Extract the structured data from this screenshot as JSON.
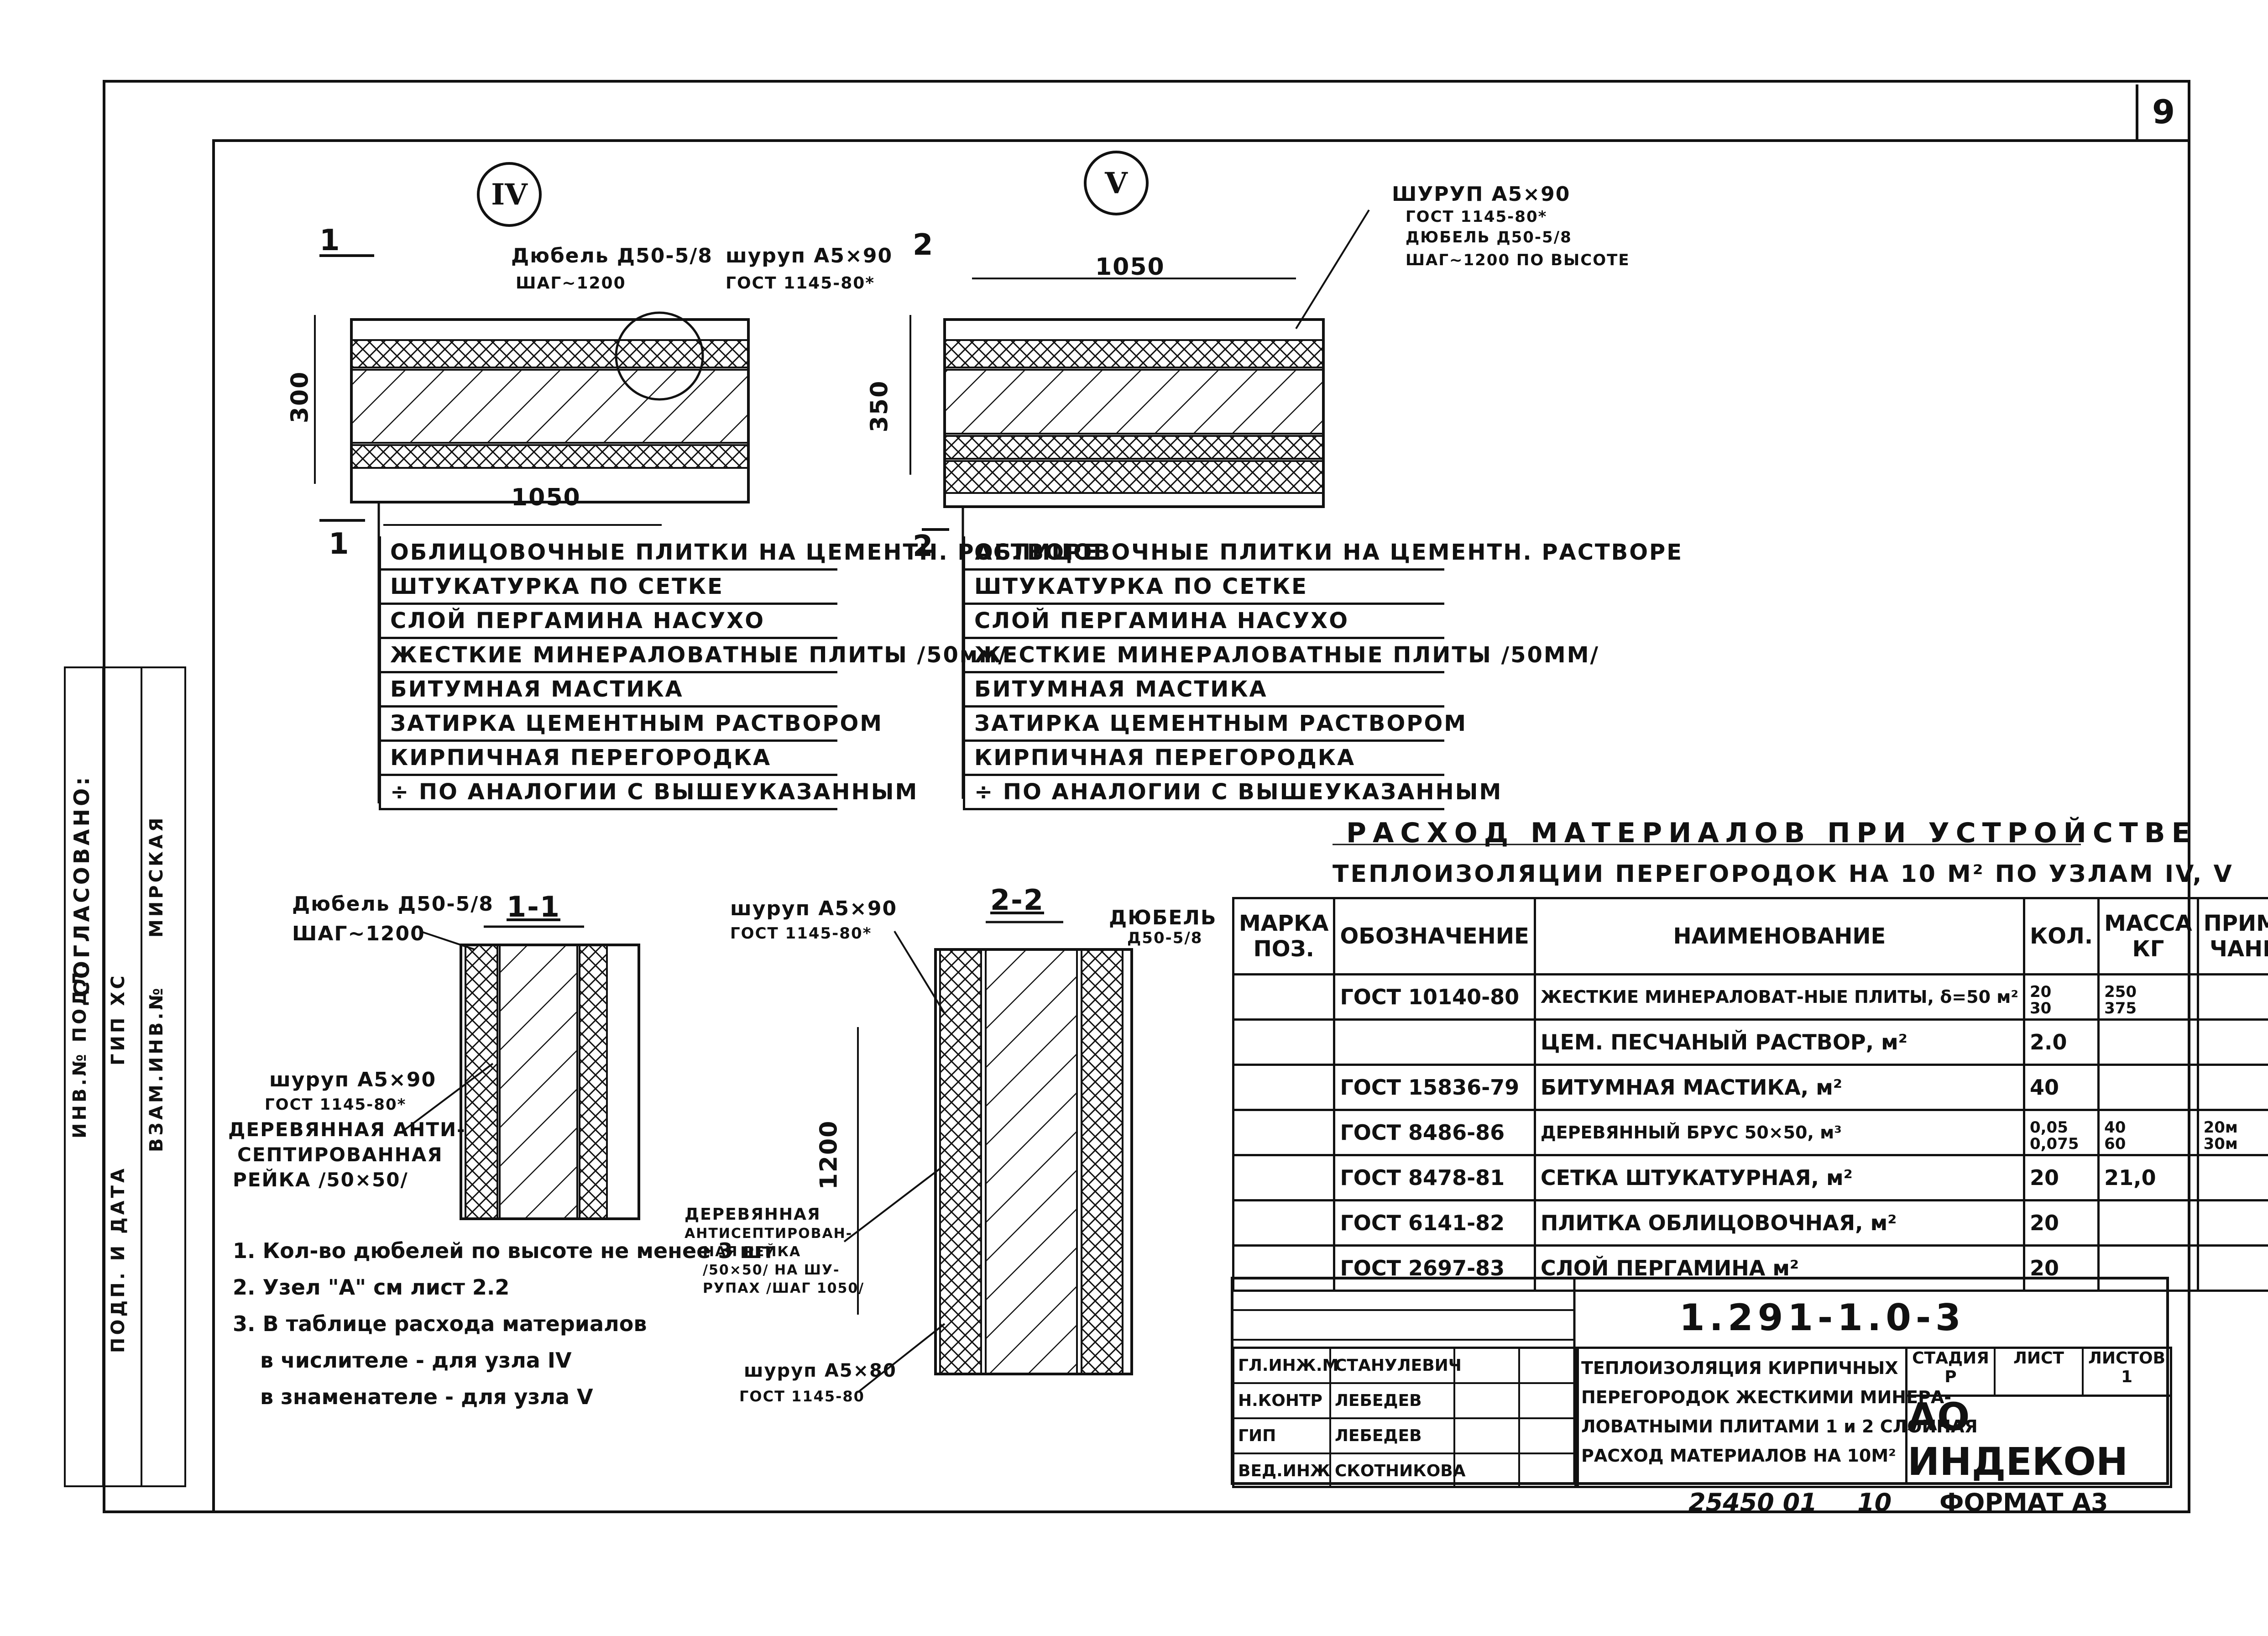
{
  "sheet_number": "9",
  "node_labels": [
    "IV",
    "V"
  ],
  "section_labels": {
    "s1": "1",
    "s2": "2"
  },
  "node4": {
    "fastener_top_left": "Дюбель Д50-5/8",
    "fastener_top_left_step": "ШАГ~1200",
    "fastener_top_right": "шуруп А5×90",
    "fastener_top_right_gost": "ГОСТ 1145-80*",
    "dim_width": "1050",
    "dim_height": "300",
    "layers": [
      "ОБЛИЦОВОЧНЫЕ ПЛИТКИ НА ЦЕМЕНТН. РАСТВОРЕ",
      "ШТУКАТУРКА ПО СЕТКЕ",
      "СЛОЙ ПЕРГАМИНА НАСУХО",
      "ЖЕСТКИЕ МИНЕРАЛОВАТНЫЕ ПЛИТЫ /50мм/",
      "БИТУМНАЯ МАСТИКА",
      "ЗАТИРКА ЦЕМЕНТНЫМ РАСТВОРОМ",
      "КИРПИЧНАЯ ПЕРЕГОРОДКА",
      "÷ ПО АНАЛОГИИ С ВЫШЕУКАЗАННЫМ"
    ]
  },
  "node5": {
    "fastener_1": "ШУРУП А5×90",
    "fastener_1_gost": "ГОСТ 1145-80*",
    "fastener_2": "ДЮБЕЛЬ Д50-5/8",
    "fastener_2_step": "ШАГ~1200 ПО ВЫСОТЕ",
    "dim_width": "1050",
    "dim_height": "350",
    "layers": [
      "ОБЛИЦОВОЧНЫЕ ПЛИТКИ НА ЦЕМЕНТН. РАСТВОРЕ",
      "ШТУКАТУРКА ПО СЕТКЕ",
      "СЛОЙ ПЕРГАМИНА НАСУХО",
      "ЖЕСТКИЕ МИНЕРАЛОВАТНЫЕ ПЛИТЫ /50ММ/",
      "БИТУМНАЯ МАСТИКА",
      "ЗАТИРКА ЦЕМЕНТНЫМ РАСТВОРОМ",
      "КИРПИЧНАЯ ПЕРЕГОРОДКА",
      "÷ ПО АНАЛОГИИ С ВЫШЕУКАЗАННЫМ"
    ]
  },
  "section_1_1": {
    "title": "1-1",
    "dowel": "Дюбель Д50-5/8",
    "dowel_step": "ШАГ~1200",
    "screw": "шуруп А5×90",
    "screw_gost": "ГОСТ 1145-80*",
    "rail": [
      "ДЕРЕВЯННАЯ АНТИ-",
      "СЕПТИРОВАННАЯ",
      "РЕЙКА /50×50/"
    ]
  },
  "section_2_2": {
    "title": "2-2",
    "screw_top": "шуруп А5×90",
    "screw_top_gost": "ГОСТ 1145-80*",
    "dowel": "ДЮБЕЛЬ",
    "dowel_mark": "Д50-5/8",
    "dim": "1200",
    "rail": [
      "ДЕРЕВЯННАЯ",
      "АНТИСЕПТИРОВАН-",
      "НАЯ РЕЙКА",
      "/50×50/ НА ШУ-",
      "РУПАХ /ШАГ 1050/"
    ],
    "screw_bottom": "шуруп А5×80",
    "screw_bottom_gost": "ГОСТ 1145-80"
  },
  "notes": [
    "1. Кол-во дюбелей по высоте не менее 3 шт",
    "2. Узел \"А\" см лист 2.2",
    "3. В таблице расхода материалов",
    "в числителе - для узла IV",
    "в знаменателе - для узла V"
  ],
  "table": {
    "title_line1": "РАСХОД МАТЕРИАЛОВ ПРИ УСТРОЙСТВЕ",
    "title_line2": "ТЕПЛОИЗОЛЯЦИИ ПЕРЕГОРОДОК НА 10 М² ПО УЗЛАМ IV, V",
    "headers": [
      "МАРКА ПОЗ.",
      "ОБОЗНАЧЕНИЕ",
      "НАИМЕНОВАНИЕ",
      "КОЛ.",
      "МАССА КГ",
      "ПРИМЕ-ЧАНИЕ"
    ],
    "rows": [
      {
        "mark": "",
        "designation": "ГОСТ 10140-80",
        "name": "ЖЕСТКИЕ МИНЕРАЛОВАТ-НЫЕ ПЛИТЫ, δ=50 м²",
        "qty_num": "20",
        "qty_den": "30",
        "mass_num": "250",
        "mass_den": "375",
        "note_num": "",
        "note_den": ""
      },
      {
        "mark": "",
        "designation": "",
        "name": "ЦЕМ. ПЕСЧАНЫЙ РАСТВОР, м²",
        "qty": "2.0",
        "mass": "",
        "note": ""
      },
      {
        "mark": "",
        "designation": "ГОСТ 15836-79",
        "name": "БИТУМНАЯ МАСТИКА, м²",
        "qty": "40",
        "mass": "",
        "note": ""
      },
      {
        "mark": "",
        "designation": "ГОСТ 8486-86",
        "name": "ДЕРЕВЯННЫЙ БРУС 50×50, м³",
        "qty_num": "0,05",
        "qty_den": "0,075",
        "mass_num": "40",
        "mass_den": "60",
        "note_num": "20м",
        "note_den": "30м"
      },
      {
        "mark": "",
        "designation": "ГОСТ 8478-81",
        "name": "СЕТКА ШТУКАТУРНАЯ, м²",
        "qty": "20",
        "mass": "21,0",
        "note": ""
      },
      {
        "mark": "",
        "designation": "ГОСТ 6141-82",
        "name": "ПЛИТКА ОБЛИЦОВОЧНАЯ, м²",
        "qty": "20",
        "mass": "",
        "note": ""
      },
      {
        "mark": "",
        "designation": "ГОСТ 2697-83",
        "name": "СЛОЙ ПЕРГАМИНА м²",
        "qty": "20",
        "mass": "",
        "note": ""
      }
    ]
  },
  "stamp": {
    "doc_code": "1.291-1.0-3",
    "signers": [
      {
        "role": "ГЛ.ИНЖ.М",
        "name": "СТАНУЛЕВИЧ"
      },
      {
        "role": "Н.КОНТР",
        "name": "ЛЕБЕДЕВ"
      },
      {
        "role": "ГИП",
        "name": "ЛЕБЕДЕВ"
      },
      {
        "role": "ВЕД.ИНЖ",
        "name": "СКОТНИКОВА"
      }
    ],
    "title_lines": [
      "ТЕПЛОИЗОЛЯЦИЯ КИРПИЧНЫХ",
      "ПЕРЕГОРОДОК ЖЕСТКИМИ МИНЕРА-",
      "ЛОВАТНЫМИ ПЛИТАМИ 1 и 2 СЛОЙНАЯ",
      "РАСХОД МАТЕРИАЛОВ НА 10М²"
    ],
    "stage_label": "СТАДИЯ",
    "sheet_label": "ЛИСТ",
    "sheets_label": "ЛИСТОВ",
    "stage": "Р",
    "sheets": "1",
    "org": "АО ИНДЕКОН"
  },
  "side_block": {
    "agreed": "СОГЛАСОВАНО:",
    "rows": [
      "ГИП ХС",
      "МИРСКАЯ"
    ],
    "inv_cols": [
      "ИНВ.№ ПОДЛ.",
      "ПОДП. И ДАТА",
      "ВЗАМ.ИНВ.№"
    ]
  },
  "footer": {
    "left": "25450 01",
    "mid": "10",
    "right": "ФОРМАТ А3"
  }
}
